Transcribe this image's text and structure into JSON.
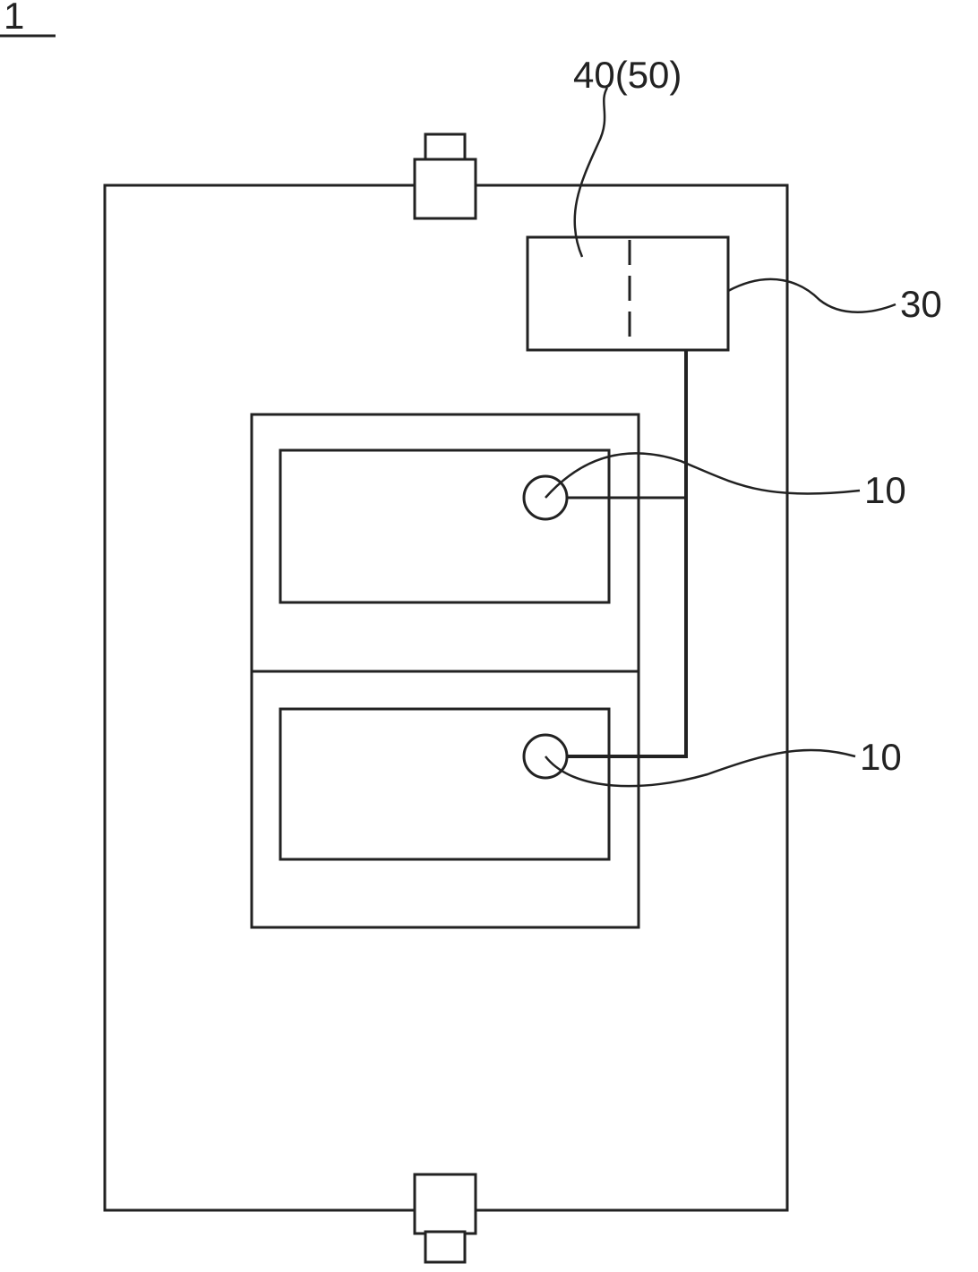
{
  "figure": {
    "figure_number": "1",
    "labels": {
      "controller": "40(50)",
      "unit": "30",
      "sensor_top": "10",
      "sensor_bottom": "10"
    }
  },
  "colors": {
    "line": "#222222",
    "background": "#ffffff"
  }
}
